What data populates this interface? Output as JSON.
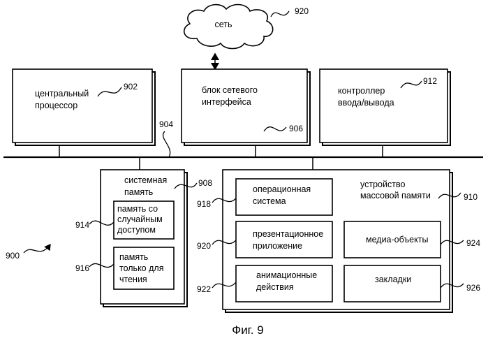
{
  "network": {
    "label": "сеть",
    "ref": "920"
  },
  "cpu": {
    "line1": "центральный",
    "line2": "процессор",
    "ref": "902"
  },
  "nic": {
    "line1": "блок сетевого",
    "line2": "интерфейса",
    "ref": "906"
  },
  "io": {
    "line1": "контроллер",
    "line2": "ввода/вывода",
    "ref": "912"
  },
  "bus": {
    "ref": "904"
  },
  "sysmem": {
    "line1": "системная",
    "line2": "память",
    "ref": "908",
    "ram": {
      "line1": "память со",
      "line2": "случайным",
      "line3": "доступом",
      "ref": "914"
    },
    "rom": {
      "line1": "память",
      "line2": "только для",
      "line3": "чтения",
      "ref": "916"
    }
  },
  "storage": {
    "line1": "устройство",
    "line2": "массовой памяти",
    "ref": "910",
    "os": {
      "line1": "операционная",
      "line2": "система",
      "ref": "918"
    },
    "pres": {
      "line1": "презентационное",
      "line2": "приложение",
      "ref": "920"
    },
    "anim": {
      "line1": "анимационные",
      "line2": "действия",
      "ref": "922"
    },
    "media": {
      "label": "медиа-объекты",
      "ref": "924"
    },
    "bookmarks": {
      "label": "закладки",
      "ref": "926"
    }
  },
  "system_ref": "900",
  "caption": "Фиг. 9"
}
